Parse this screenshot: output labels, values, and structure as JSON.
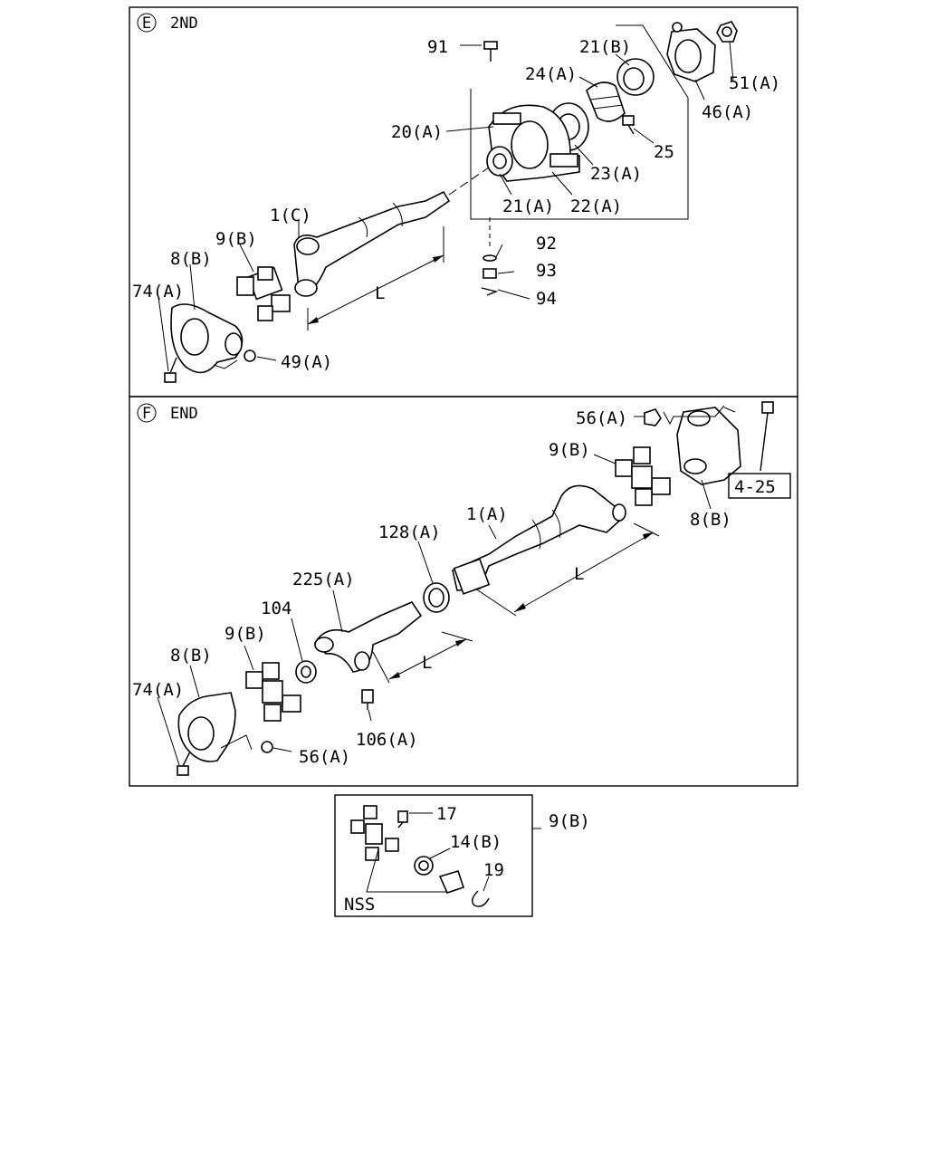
{
  "section_e": {
    "marker": "E",
    "title": "2ND",
    "labels": {
      "p91": "91",
      "p21b": "21(B)",
      "p24a": "24(A)",
      "p51a": "51(A)",
      "p46a": "46(A)",
      "p20a": "20(A)",
      "p25": "25",
      "p23a": "23(A)",
      "p21a": "21(A)",
      "p22a": "22(A)",
      "p1c": "1(C)",
      "p9b": "9(B)",
      "p8b": "8(B)",
      "p74a": "74(A)",
      "p92": "92",
      "p93": "93",
      "p94": "94",
      "p49a": "49(A)",
      "dim": "L"
    }
  },
  "section_f": {
    "marker": "F",
    "title": "END",
    "labels": {
      "p56a_top": "56(A)",
      "p9b_top": "9(B)",
      "ref": "4-25",
      "p8b_top": "8(B)",
      "p1a": "1(A)",
      "p128a": "128(A)",
      "dim1": "L",
      "p225a": "225(A)",
      "p104": "104",
      "p9b": "9(B)",
      "p8b": "8(B)",
      "dim2": "L",
      "p74a": "74(A)",
      "p106a": "106(A)",
      "p56a": "56(A)"
    }
  },
  "detail": {
    "title": "9(B)",
    "labels": {
      "p17": "17",
      "p14b": "14(B)",
      "p19": "19",
      "nss": "NSS"
    }
  }
}
